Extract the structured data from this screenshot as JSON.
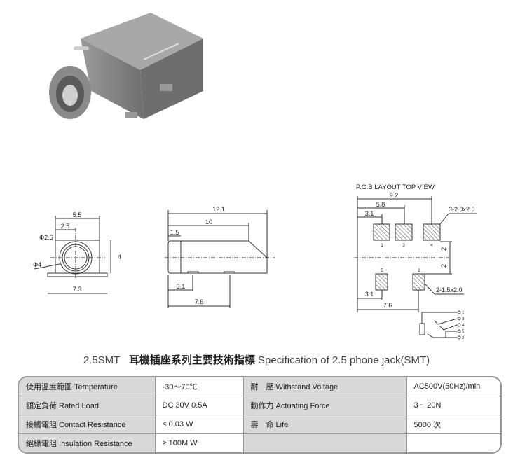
{
  "front_view": {
    "dims": [
      "5.5",
      "2.5",
      "Φ2.6",
      "Φ4",
      "4",
      "7.3"
    ]
  },
  "side_view": {
    "dims": [
      "12.1",
      "10",
      "1.5",
      "3.1",
      "7.6"
    ]
  },
  "pcb_layout": {
    "title": "P.C.B LAYOUT TOP VIEW",
    "dims": [
      "9.2",
      "5.8",
      "3.1",
      "2",
      "2",
      "3.1",
      "7.6"
    ],
    "pad_note_large": "3-2.0x2.0",
    "pad_note_small": "2-1.5x2.0",
    "pad_numbers": [
      "1",
      "3",
      "4",
      "5",
      "2"
    ],
    "schematic_pins": [
      "1",
      "3",
      "4",
      "5",
      "2"
    ]
  },
  "spec_title": {
    "model": "2.5SMT",
    "zh": "耳機插座系列主要技術指標",
    "en": "Specification of 2.5 phone jack(SMT)"
  },
  "spec_rows": [
    {
      "label": "使用溫度範圍 Temperature",
      "value": "-30～70℃",
      "label2": "耐　壓 Withstand Voltage",
      "value2": "AC500V(50Hz)/min"
    },
    {
      "label": "額定負荷 Rated Load",
      "value": "DC 30V 0.5A",
      "label2": "動作力 Actuating Force",
      "value2": "3 ~ 20N"
    },
    {
      "label": "接觸電阻 Contact Resistance",
      "value": "≤ 0.03 W",
      "label2": "壽　命 Life",
      "value2": "5000 次"
    },
    {
      "label": "絕緣電阻 Insulation Resistance",
      "value": "≥ 100M W",
      "label2": "",
      "value2": ""
    }
  ]
}
